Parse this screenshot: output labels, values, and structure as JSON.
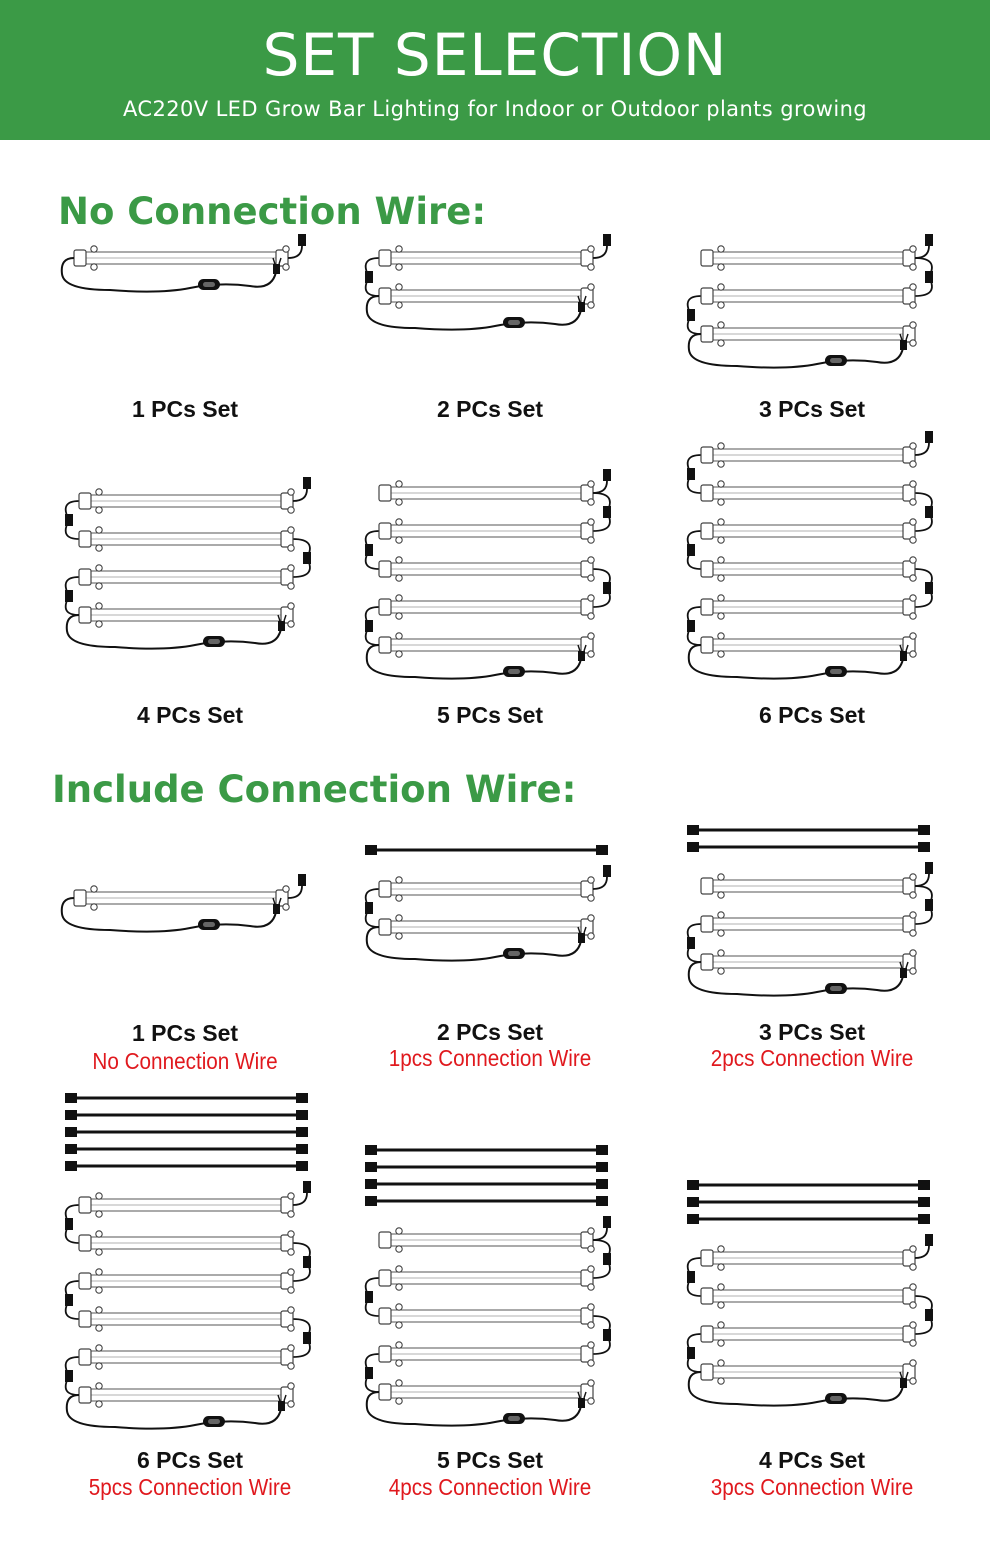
{
  "header": {
    "title": "SET SELECTION",
    "subtitle": "AC220V LED Grow Bar Lighting for Indoor or Outdoor plants growing"
  },
  "colors": {
    "banner": "#3b9a46",
    "section_title": "#3b9a46",
    "wire_note": "#e0191e",
    "label": "#111111"
  },
  "sections": {
    "no_wire": {
      "title": "No Connection Wire:",
      "sets": [
        {
          "label": "1 PCs Set",
          "bars": 1,
          "wires": 0
        },
        {
          "label": "2 PCs Set",
          "bars": 2,
          "wires": 0
        },
        {
          "label": "3 PCs Set",
          "bars": 3,
          "wires": 0
        },
        {
          "label": "4 PCs Set",
          "bars": 4,
          "wires": 0
        },
        {
          "label": "5 PCs Set",
          "bars": 5,
          "wires": 0
        },
        {
          "label": "6 PCs Set",
          "bars": 6,
          "wires": 0
        }
      ]
    },
    "with_wire": {
      "title": "Include Connection Wire:",
      "sets": [
        {
          "label": "1 PCs Set",
          "note": "No Connection Wire",
          "bars": 1,
          "wires": 0
        },
        {
          "label": "2 PCs Set",
          "note": "1pcs Connection Wire",
          "bars": 2,
          "wires": 1
        },
        {
          "label": "3 PCs Set",
          "note": "2pcs Connection Wire",
          "bars": 3,
          "wires": 2
        },
        {
          "label": "6 PCs Set",
          "note": "5pcs Connection Wire",
          "bars": 6,
          "wires": 5
        },
        {
          "label": "5 PCs Set",
          "note": "4pcs Connection Wire",
          "bars": 5,
          "wires": 4
        },
        {
          "label": "4 PCs Set",
          "note": "3pcs Connection Wire",
          "bars": 4,
          "wires": 3
        }
      ]
    }
  }
}
